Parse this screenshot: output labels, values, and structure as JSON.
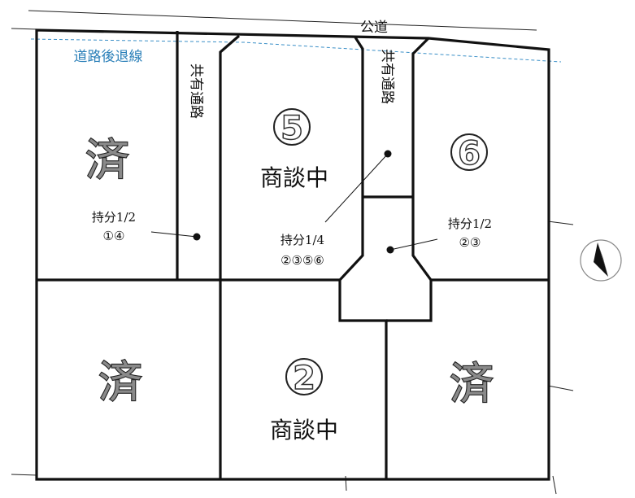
{
  "road_label": "公道",
  "setback_label": "道路後退線",
  "shared_road_label": "共有通路",
  "lots": [
    {
      "id": "top-left",
      "number": "",
      "status": "済",
      "share_text": "持分1/2",
      "share_owners": "①④"
    },
    {
      "id": "top-mid",
      "number": "5",
      "status": "商談中",
      "share_text": "持分1/4",
      "share_owners": "②③⑤⑥"
    },
    {
      "id": "top-right",
      "number": "6",
      "status": "",
      "share_text": "持分1/2",
      "share_owners": "②③"
    },
    {
      "id": "bottom-left",
      "number": "",
      "status": "済"
    },
    {
      "id": "bottom-mid",
      "number": "2",
      "status": "商談中"
    },
    {
      "id": "bottom-right",
      "number": "",
      "status": "済"
    }
  ],
  "colors": {
    "line": "#111111",
    "setback": "#3a8fc7",
    "status_fill": "#8a8a8a"
  },
  "icons": {
    "north": "north-arrow-icon"
  }
}
